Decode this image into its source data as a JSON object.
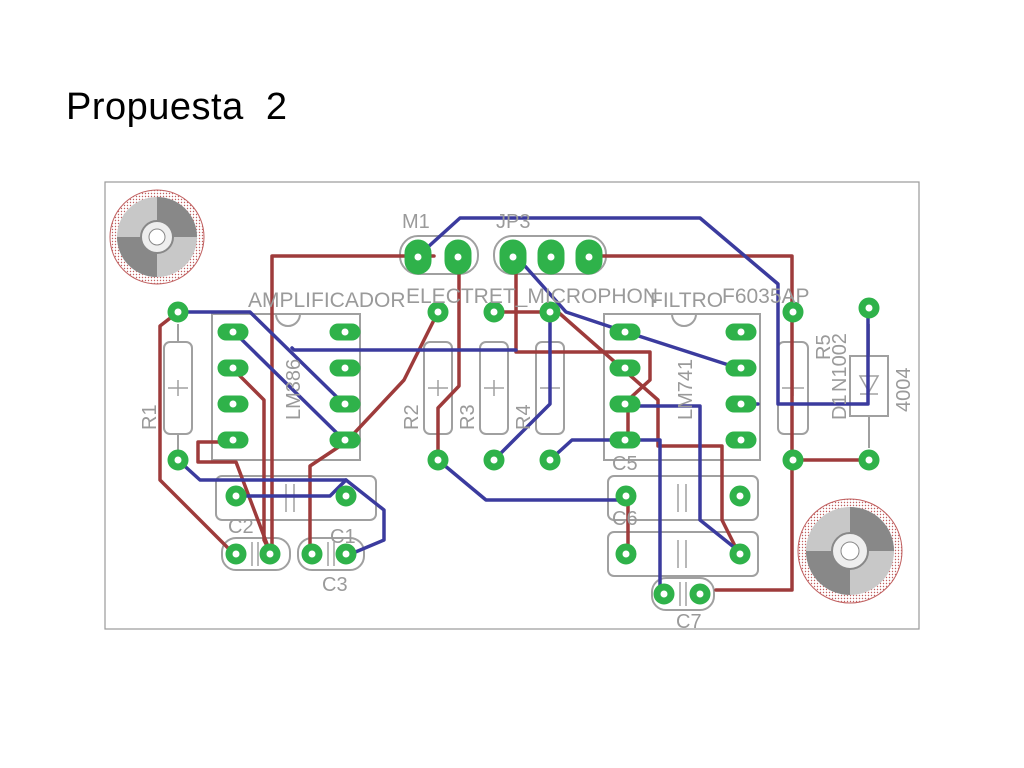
{
  "title": "Propuesta  2",
  "colors": {
    "top_trace": "#3b3b9e",
    "bottom_trace": "#9e3b3b",
    "pad": "#2fb24a",
    "silk": "#9a9a9a",
    "board_outline": "#9a9a9a",
    "mounting_hole": "#c06060"
  },
  "labels": {
    "m1": "M1",
    "jp3": "JP3",
    "amplificador": "AMPLIFICADOR",
    "electret": "ELECTRET_MICROPHON",
    "filtro": "FILTRO",
    "f6035ap": "F6035AP",
    "lm386": "LM386",
    "lm741": "LM741",
    "r1": "R1",
    "r2": "R2",
    "r3": "R3",
    "r4": "R4",
    "r5": "R5",
    "d1": "D1",
    "n1002": "N1002",
    "n4004": "4004",
    "c1": "C1",
    "c2": "C2",
    "c3": "C3",
    "c5": "C5",
    "c6": "C6",
    "c7": "C7"
  }
}
